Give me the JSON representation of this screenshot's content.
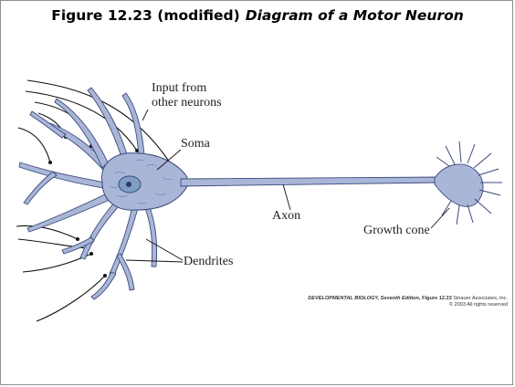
{
  "title": {
    "main": "Figure 12.23 (modified)",
    "sub": "Diagram of a Motor Neuron"
  },
  "labels": {
    "input_line1": "Input from",
    "input_line2": "other neurons",
    "soma": "Soma",
    "axon": "Axon",
    "growth_cone": "Growth cone",
    "dendrites": "Dendrites"
  },
  "credit": {
    "book": "DEVELOPMENTAL BIOLOGY, Seventh Edition,",
    "figure": "Figure 12.23",
    "publisher": "Sinauer Associates, Inc.",
    "rights": "© 2003 All rights reserved"
  },
  "colors": {
    "neuron_fill": "#a9b6d8",
    "neuron_stroke": "#3c4a7a",
    "nucleus_fill": "#7f9ec4",
    "line": "#111111"
  }
}
